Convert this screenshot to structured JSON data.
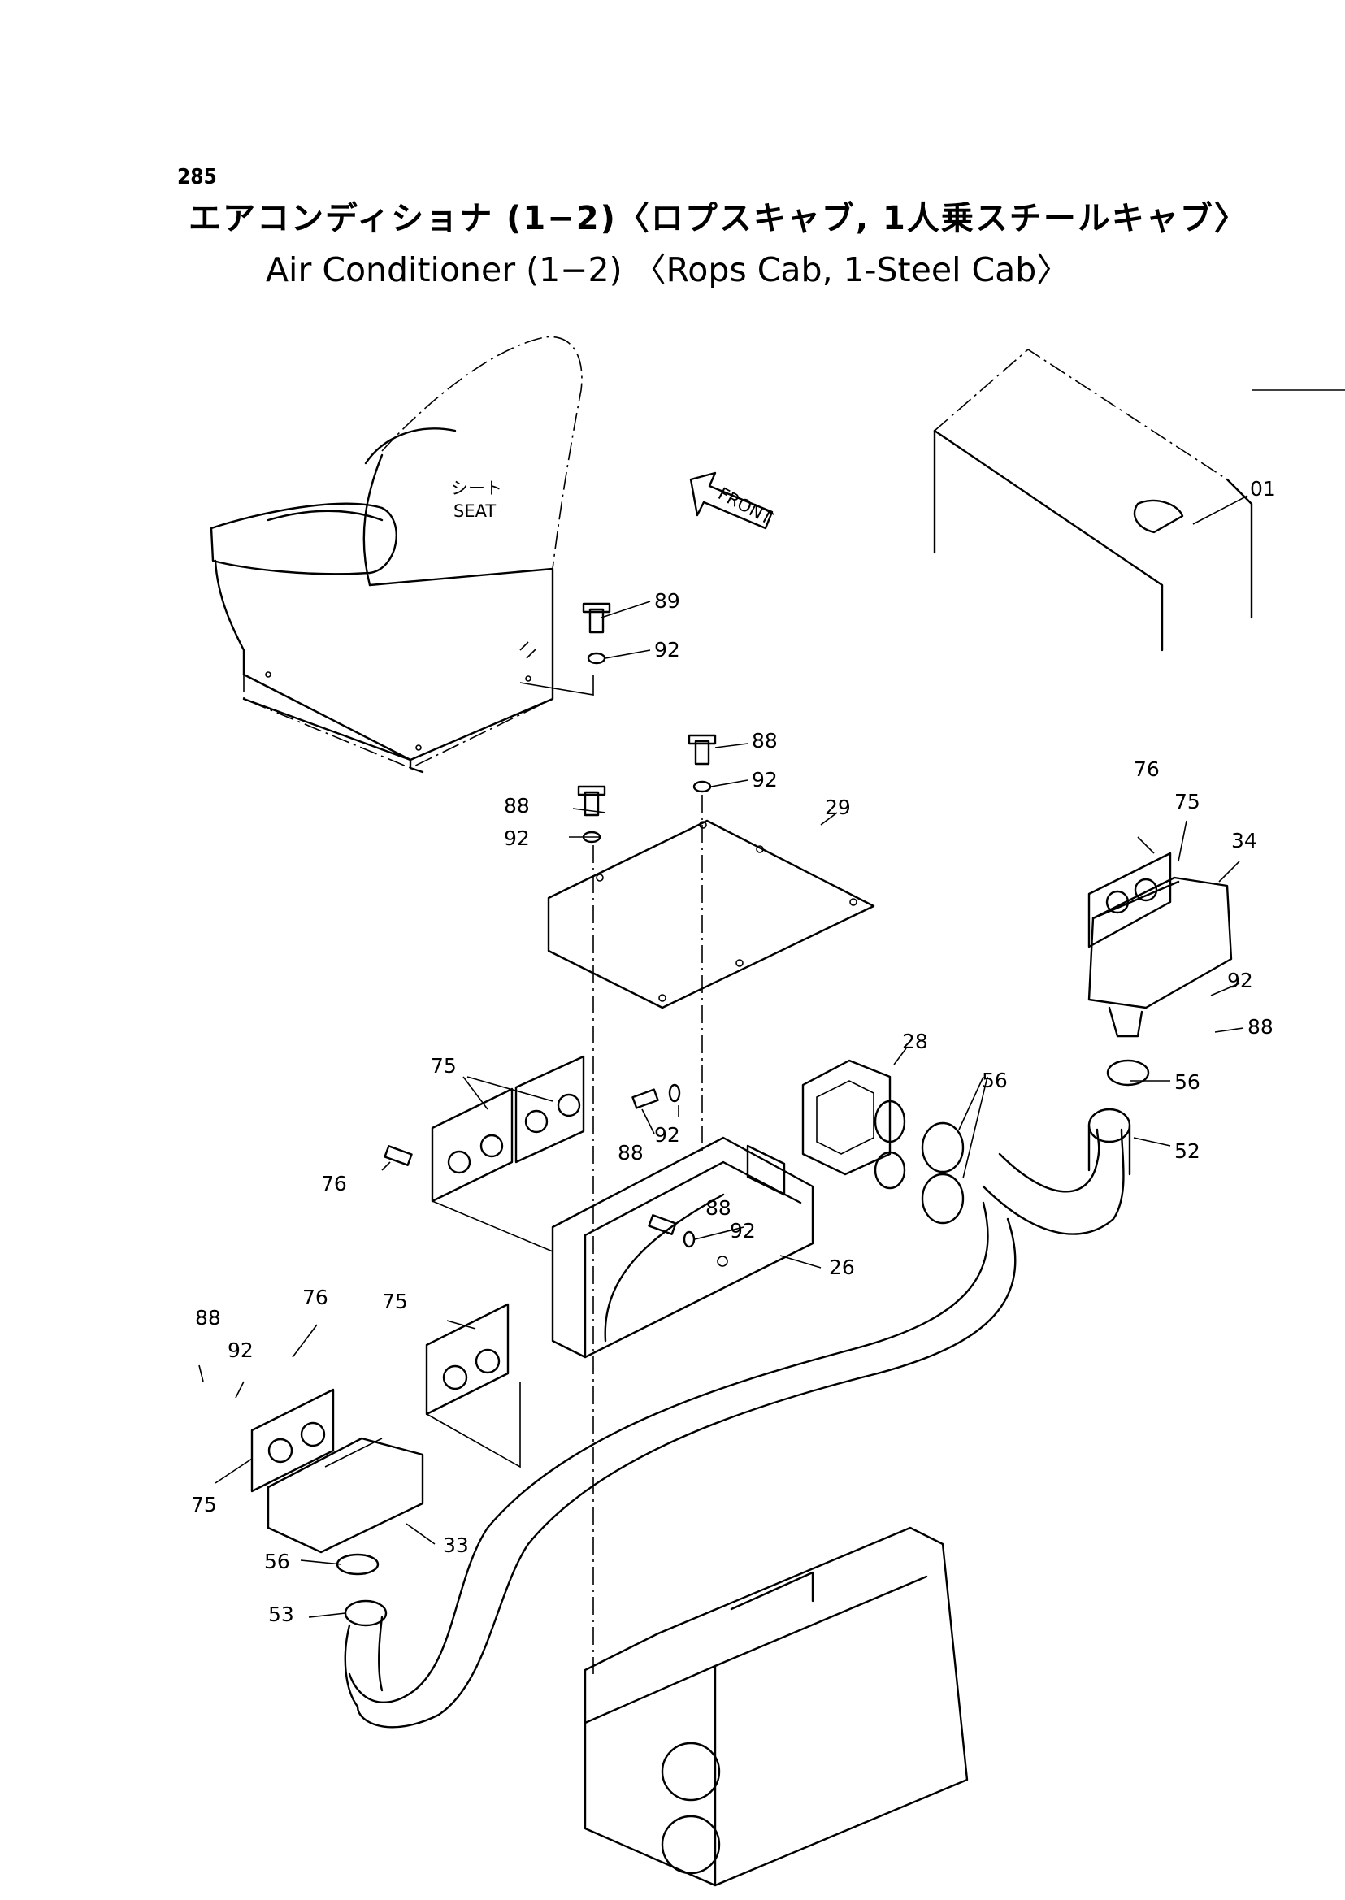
{
  "page": {
    "number": "285",
    "title_jp": "エアコンディショナ (1−2)〈ロプスキャブ, 1人乗スチールキャブ〉",
    "title_en": "Air Conditioner (1−2) 〈Rops Cab, 1-Steel Cab〉"
  },
  "diagram": {
    "seat_label_jp": "シート",
    "seat_label_en": "SEAT",
    "front_label": "FRONT",
    "part_labels": [
      "01",
      "89",
      "92",
      "88",
      "92",
      "88",
      "92",
      "29",
      "76",
      "75",
      "34",
      "92",
      "88",
      "28",
      "56",
      "56",
      "52",
      "75",
      "88",
      "92",
      "76",
      "88",
      "92",
      "26",
      "75",
      "76",
      "88",
      "92",
      "75",
      "33",
      "56",
      "53"
    ]
  }
}
